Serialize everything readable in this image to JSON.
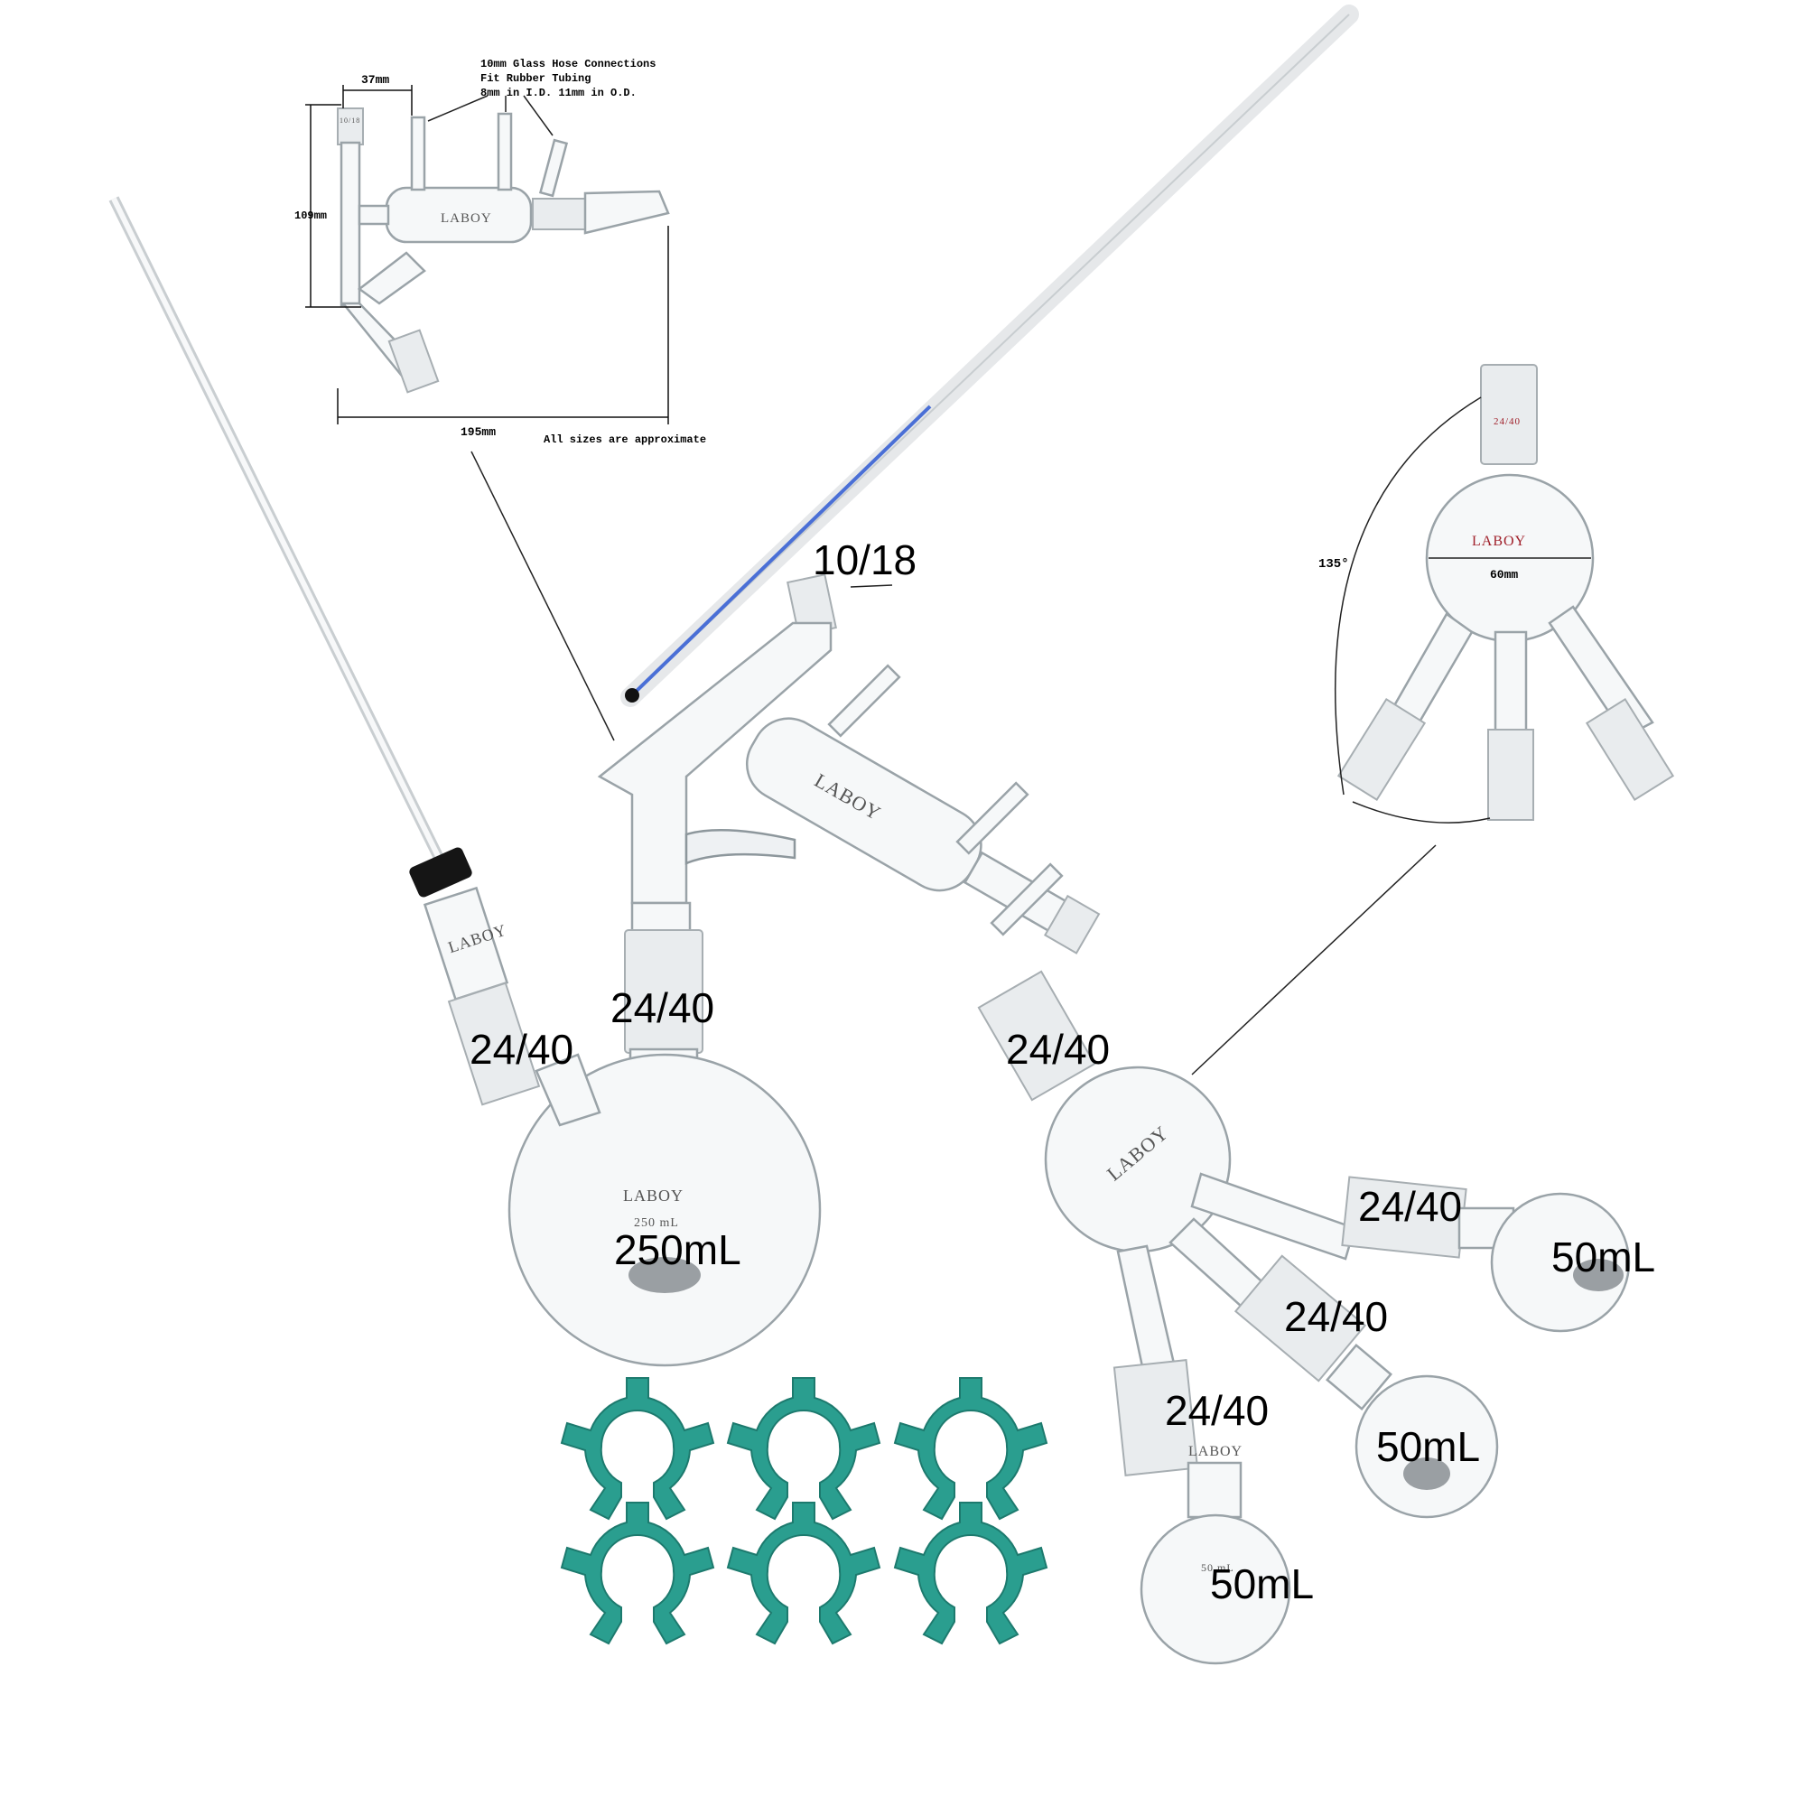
{
  "brand": "LABOY",
  "diagram": {
    "callout_top": [
      "10mm Glass Hose Connections",
      "Fit Rubber Tubing",
      "8mm in I.D. 11mm in O.D."
    ],
    "dim_width_top": "37mm",
    "dim_height": "109mm",
    "dim_width_bottom": "195mm",
    "note": "All sizes are approximate",
    "joint_mark": "10/18"
  },
  "cow_adapter": {
    "joint": "24/40",
    "angle": "135°",
    "diameter": "60mm"
  },
  "labels": {
    "thermometer_joint": "10/18",
    "inlet_joint": "24/40",
    "head_joint": "24/40",
    "flask_volume": "250mL",
    "condenser_joint": "24/40",
    "receiver_joint_1": "24/40",
    "receiver_joint_2": "24/40",
    "receiver_joint_3": "24/40",
    "receiver_1": "50mL",
    "receiver_2": "50mL",
    "receiver_3": "50mL",
    "flask_etched": "250 mL",
    "receiver_etched": "50 mL"
  },
  "clips": {
    "count": 6,
    "color": "#2a9e8f"
  }
}
